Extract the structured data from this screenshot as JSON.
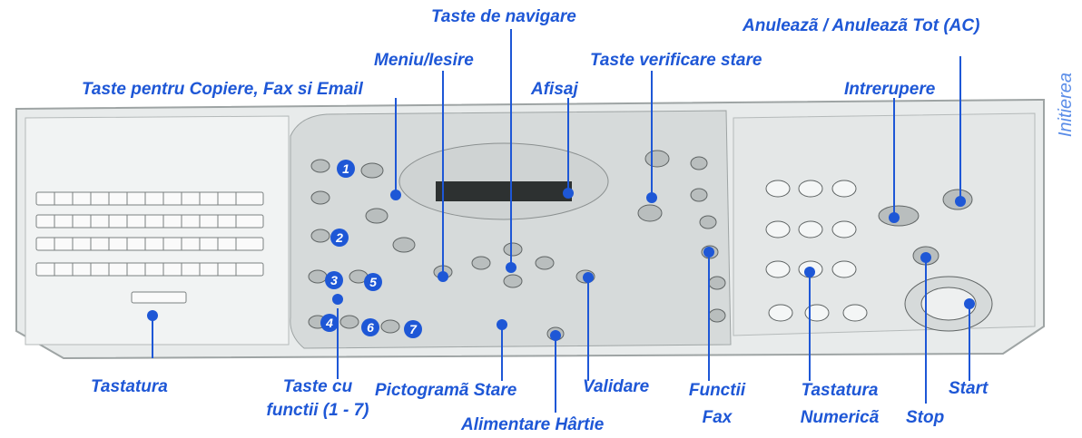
{
  "side_label": "Initierea",
  "labels": {
    "taste_navigare": "Taste de navigare",
    "anuleaza": "Anuleazã / Anuleazã Tot (AC)",
    "meniu": "Meniu/Iesire",
    "taste_stare": "Taste verificare stare",
    "taste_copiere": "Taste pentru Copiere, Fax si Email",
    "afisaj": "Afisaj",
    "intrerupere": "Intrerupere",
    "tastatura": "Tastatura",
    "taste_functii_1": "Taste cu",
    "taste_functii_2": "functii (1 - 7)",
    "pictograma": "Pictogramã Stare",
    "validare": "Validare",
    "functii_1": "Functii",
    "functii_2": "Fax",
    "alimentare": "Alimentare Hârtie",
    "tastatura_num_1": "Tastatura",
    "tastatura_num_2": "Numericã",
    "stop": "Stop",
    "start": "Start"
  },
  "function_numbers": [
    "1",
    "2",
    "3",
    "4",
    "5",
    "6",
    "7"
  ],
  "colors": {
    "label": "#1e57d6",
    "panel": "#e3e6e6",
    "panel_dark": "#c5c9c9"
  }
}
